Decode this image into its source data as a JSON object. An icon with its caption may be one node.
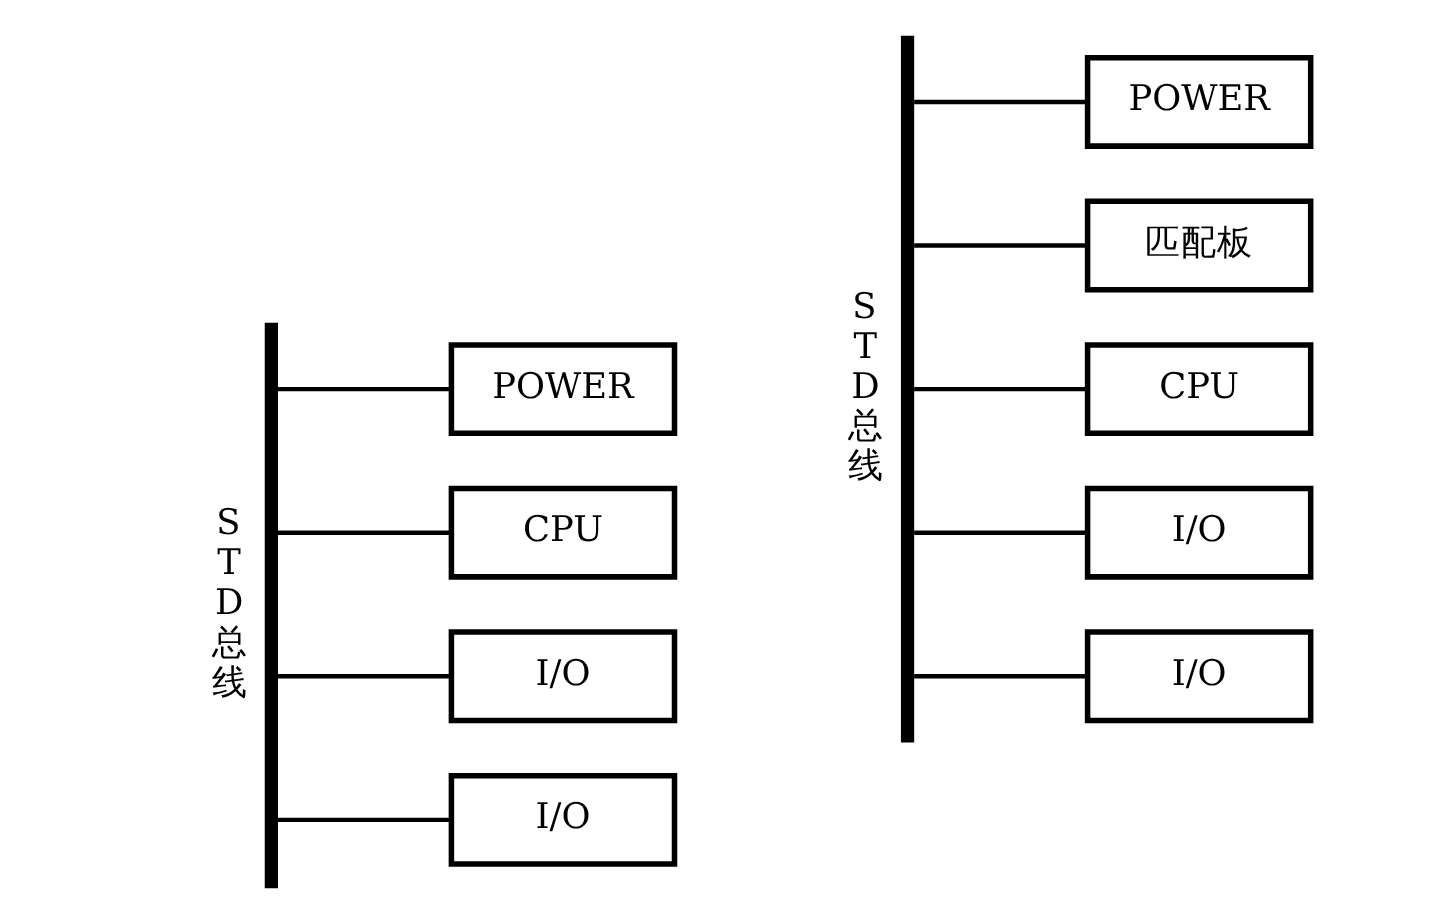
{
  "diagram": {
    "nodes": [
      {
        "text": [
          "STD总线"
        ]
      },
      {
        "text": [
          "POWER"
        ]
      },
      {
        "text": [
          "CPU"
        ]
      },
      {
        "text": [
          "I/O"
        ]
      },
      {
        "text": [
          "I/O"
        ]
      },
      {
        "text": [
          "STD总线"
        ]
      },
      {
        "text": [
          "POWER"
        ]
      },
      {
        "text": [
          "匹配板"
        ]
      },
      {
        "text": [
          "CPU"
        ]
      },
      {
        "text": [
          "I/O"
        ]
      },
      {
        "text": [
          "I/O"
        ]
      }
    ],
    "edges": [
      {
        "from": 0,
        "to": 1,
        "arrow": "none"
      },
      {
        "from": 0,
        "to": 2,
        "arrow": "none"
      },
      {
        "from": 0,
        "to": 3,
        "arrow": "none"
      },
      {
        "from": 0,
        "to": 4,
        "arrow": "none"
      },
      {
        "from": 5,
        "to": 6,
        "arrow": "none"
      },
      {
        "from": 5,
        "to": 7,
        "arrow": "none"
      },
      {
        "from": 5,
        "to": 8,
        "arrow": "none"
      },
      {
        "from": 5,
        "to": 9,
        "arrow": "none"
      },
      {
        "from": 5,
        "to": 10,
        "arrow": "none"
      }
    ]
  }
}
